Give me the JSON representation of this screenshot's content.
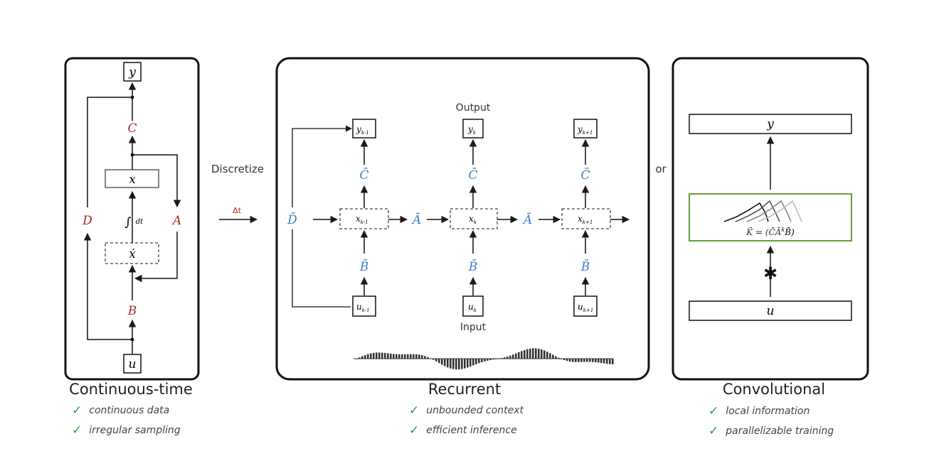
{
  "continuous": {
    "title": "Continuous-time",
    "labels": {
      "y": "y",
      "C": "C",
      "x": "x",
      "integral": "∫",
      "dt": "dt",
      "xdot": "ẋ",
      "D": "D",
      "A": "A",
      "B": "B",
      "u": "u"
    },
    "benefits": [
      "continuous data",
      "irregular sampling"
    ]
  },
  "transition": {
    "discretize": "Discretize",
    "delta_t": "Δt",
    "or": "or"
  },
  "recurrent": {
    "title": "Recurrent",
    "output_label": "Output",
    "input_label": "Input",
    "D_bar": "D̄",
    "A_bar": "Ā",
    "B_bar": "B̄",
    "C_bar": "C̄",
    "cells": [
      {
        "y": "y",
        "y_sub": "k-1",
        "x": "x",
        "x_sub": "k-1",
        "u": "u",
        "u_sub": "k-1"
      },
      {
        "y": "y",
        "y_sub": "k",
        "x": "x",
        "x_sub": "k",
        "u": "u",
        "u_sub": "k"
      },
      {
        "y": "y",
        "y_sub": "k+1",
        "x": "x",
        "x_sub": "k+1",
        "u": "u",
        "u_sub": "k+1"
      }
    ],
    "benefits": [
      "unbounded context",
      "efficient inference"
    ]
  },
  "convolutional": {
    "title": "Convolutional",
    "y": "y",
    "u": "u",
    "kernel_formula": "K̄ = (C̄Ā",
    "kernel_sup": "k",
    "kernel_end": "B̄)",
    "conv_symbol": "✱",
    "benefits": [
      "local information",
      "parallelizable training"
    ]
  },
  "colors": {
    "red": "#a52a22",
    "blue": "#3c7fc0",
    "green": "#6a9a3c",
    "check": "#2e9a3f"
  }
}
